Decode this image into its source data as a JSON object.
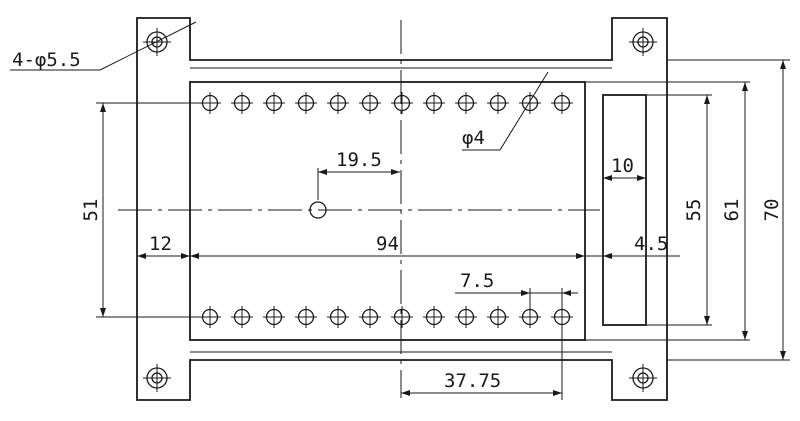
{
  "labels": {
    "mount_hole": "4-φ5.5",
    "pin_hole": "φ4",
    "center_offset": "19.5",
    "width_10": "10",
    "height_51": "51",
    "height_55": "55",
    "height_61": "61",
    "height_70": "70",
    "left_margin": "12",
    "body_width": "94",
    "gap": "4.5",
    "pin_pitch": "7.5",
    "half_span": "37.75"
  },
  "pins_per_row": 12
}
